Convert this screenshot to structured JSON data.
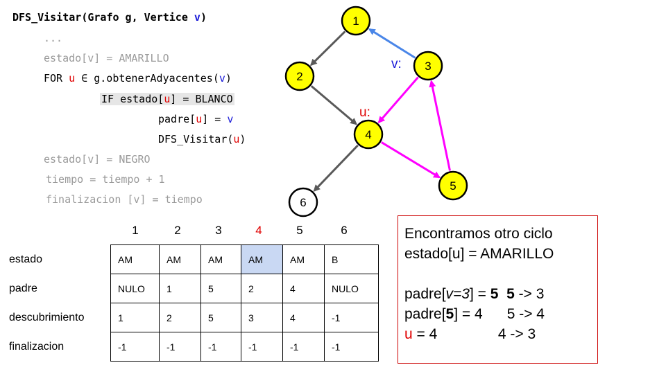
{
  "code": {
    "title": "DFS_Visitar(Grafo g, Vertice ",
    "title_v": "v",
    "title_end": ")",
    "ellipsis": "...",
    "l_estado_am": "estado[v] = AMARILLO",
    "l_for_a": "FOR ",
    "l_for_u": "u",
    "l_for_b": " ∈ g.obtenerAdyacentes(",
    "l_for_v": "v",
    "l_for_c": ")",
    "l_if_a": "IF estado[",
    "l_if_u": "u",
    "l_if_b": "] = BLANCO",
    "l_padre_a": "padre[",
    "l_padre_u": "u",
    "l_padre_b": "] = ",
    "l_padre_v": "v",
    "l_dfs_a": "DFS_Visitar(",
    "l_dfs_u": "u",
    "l_dfs_b": ")",
    "l_estado_ng": "estado[v] = NEGRO",
    "l_tiempo": "tiempo = tiempo + 1",
    "l_final": "finalizacion [v] = tiempo"
  },
  "graph": {
    "nodes": [
      {
        "id": "1",
        "color": "#ffff00"
      },
      {
        "id": "2",
        "color": "#ffff00"
      },
      {
        "id": "3",
        "color": "#ffff00"
      },
      {
        "id": "4",
        "color": "#ffff00"
      },
      {
        "id": "5",
        "color": "#ffff00"
      },
      {
        "id": "6",
        "color": "#ffffff"
      }
    ],
    "edges": [
      {
        "from": "1",
        "to": "2",
        "color": "#595959"
      },
      {
        "from": "2",
        "to": "4",
        "color": "#595959"
      },
      {
        "from": "4",
        "to": "6",
        "color": "#595959"
      },
      {
        "from": "3",
        "to": "1",
        "color": "#4a86e8"
      },
      {
        "from": "3",
        "to": "4",
        "color": "#ff00ff"
      },
      {
        "from": "4",
        "to": "5",
        "color": "#ff00ff"
      },
      {
        "from": "5",
        "to": "3",
        "color": "#ff00ff"
      }
    ],
    "label_v": "v:",
    "label_u": "u:",
    "label_v_color": "#1a1ad8",
    "label_u_color": "#e00000"
  },
  "table": {
    "columns": [
      "1",
      "2",
      "3",
      "4",
      "5",
      "6"
    ],
    "highlight_column": "4",
    "highlight_header_color": "#e00000",
    "highlight_cell_color": "#c9d8f3",
    "rows": [
      {
        "label": "estado",
        "cells": [
          "AM",
          "AM",
          "AM",
          "AM",
          "AM",
          "B"
        ]
      },
      {
        "label": "padre",
        "cells": [
          "NULO",
          "1",
          "5",
          "2",
          "4",
          "NULO"
        ]
      },
      {
        "label": "descubrimiento",
        "cells": [
          "1",
          "2",
          "5",
          "3",
          "4",
          "-1"
        ]
      },
      {
        "label": "finalizacion",
        "cells": [
          "-1",
          "-1",
          "-1",
          "-1",
          "-1",
          "-1"
        ]
      }
    ]
  },
  "note": {
    "line1": "Encontramos otro ciclo",
    "line2": "estado[u] = AMARILLO",
    "l3_a": "padre[",
    "l3_b": "v=3",
    "l3_c": "] = ",
    "l3_d": "5",
    "l3_e": "5",
    "l3_f": " -> 3",
    "l4_a": "padre[",
    "l4_b": "5",
    "l4_c": "] = 4",
    "l4_d": "5 -> 4",
    "l5_a": "u",
    "l5_b": " = 4",
    "l5_c": "4 -> 3",
    "border_color": "#cc0000"
  }
}
